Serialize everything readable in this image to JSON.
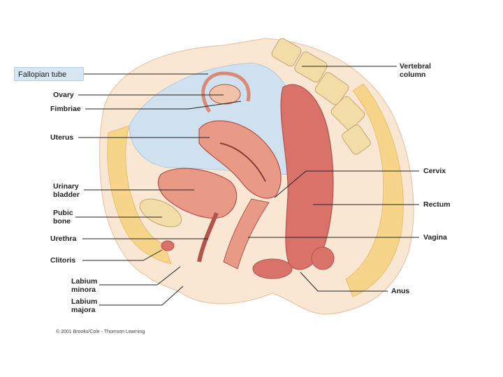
{
  "labels": {
    "fallopian_tube": "Fallopian tube",
    "ovary": "Ovary",
    "fimbriae": "Fimbriae",
    "uterus": "Uterus",
    "urinary_bladder": "Urinary\nbladder",
    "pubic_bone": "Pubic\nbone",
    "urethra": "Urethra",
    "clitoris": "Clitoris",
    "labium_minora": "Labium\nminora",
    "labium_majora": "Labium\nmajora",
    "vertebral_column": "Vertebral\ncolumn",
    "cervix": "Cervix",
    "rectum": "Rectum",
    "vagina": "Vagina",
    "anus": "Anus"
  },
  "copyright": "© 2001 Brooks/Cole - Thomson Learning",
  "colors": {
    "fat": "#f6d48a",
    "muscle": "#e89a86",
    "organ": "#d9736a",
    "cavity": "#cfe0ee",
    "bone": "#f2dca8",
    "skin": "#f9e6d3"
  }
}
